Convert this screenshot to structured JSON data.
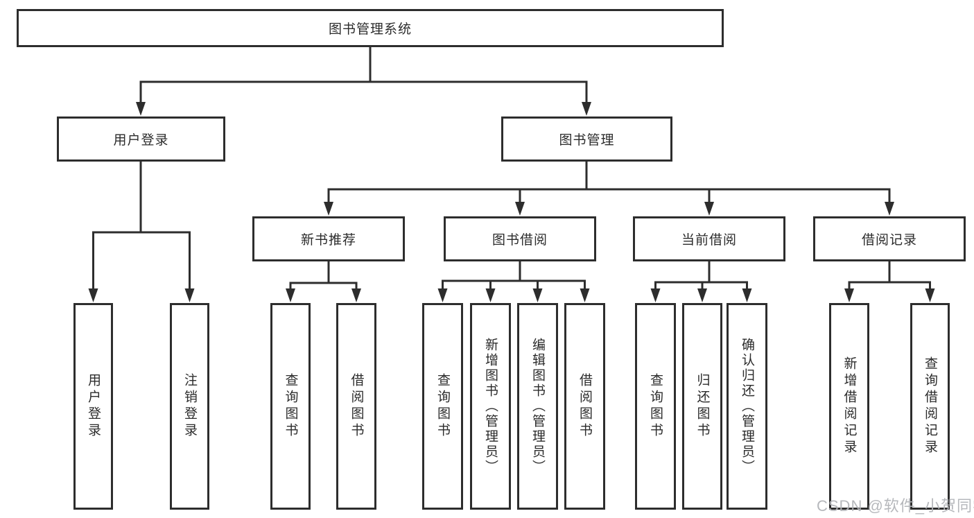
{
  "diagram": {
    "root": {
      "label": "图书管理系统"
    },
    "level2": [
      {
        "label": "用户登录"
      },
      {
        "label": "图书管理"
      }
    ],
    "level3": [
      {
        "label": "新书推荐"
      },
      {
        "label": "图书借阅"
      },
      {
        "label": "当前借阅"
      },
      {
        "label": "借阅记录"
      }
    ],
    "leaves": {
      "user_login": [
        {
          "label": "用户登录"
        },
        {
          "label": "注销登录"
        }
      ],
      "new_book_recommend": [
        {
          "label": "查询图书"
        },
        {
          "label": "借阅图书"
        }
      ],
      "book_borrow": [
        {
          "label": "查询图书"
        },
        {
          "label": "新增图书（管理员）"
        },
        {
          "label": "编辑图书（管理员）"
        },
        {
          "label": "借阅图书"
        }
      ],
      "current_borrow": [
        {
          "label": "查询图书"
        },
        {
          "label": "归还图书"
        },
        {
          "label": "确认归还（管理员）"
        }
      ],
      "borrow_record": [
        {
          "label": "新增借阅记录"
        },
        {
          "label": "查询借阅记录"
        }
      ]
    },
    "watermark": "CSDN @软件_小贺同学",
    "colors": {
      "line": "#2d2d2d",
      "box_border": "#2d2d2d",
      "text": "#2b2b2b",
      "watermark": "#b2b4b8"
    }
  }
}
